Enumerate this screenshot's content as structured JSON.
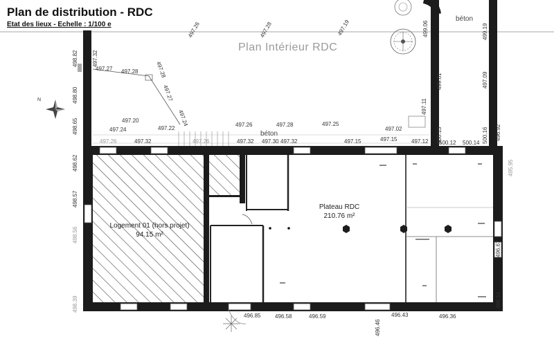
{
  "header": {
    "title": "Plan de distribution - RDC",
    "subtitle": "Etat des lieux - Echelle : 1/100 e"
  },
  "watermark": "Plan Intérieur RDC",
  "labels": {
    "beton_top": "béton",
    "beton_mid": "béton"
  },
  "rooms": [
    {
      "name": "Logement 01 (hors projet)",
      "area": "94.15 m²"
    },
    {
      "name": "Plateau RDC",
      "area": "210.76 m²"
    }
  ],
  "elevations": [
    "498.82",
    "497.32",
    "498.80",
    "498.65",
    "498.62",
    "498.57",
    "498.56",
    "498.39",
    "497.27",
    "497.28",
    "497.28",
    "497.27",
    "497.20",
    "497.24",
    "497.24",
    "497.22",
    "497.26",
    "497.28",
    "497.19",
    "497.26",
    "497.28",
    "497.25",
    "497.02",
    "497.11",
    "499.06",
    "499.61",
    "499.19",
    "497.09",
    "500.13",
    "500.16",
    "500.12",
    "500.14",
    "496.92",
    "495.95",
    "497.32",
    "497.30",
    "497.32",
    "497.26",
    "497.15",
    "497.15",
    "497.12",
    "496.85",
    "496.58",
    "496.59",
    "496.46",
    "496.43",
    "496.36",
    "496.51",
    "496.67",
    "497.26",
    "497.32"
  ],
  "colors": {
    "wall": "#1c1c1c",
    "hatch": "#444444",
    "text": "#333333"
  }
}
